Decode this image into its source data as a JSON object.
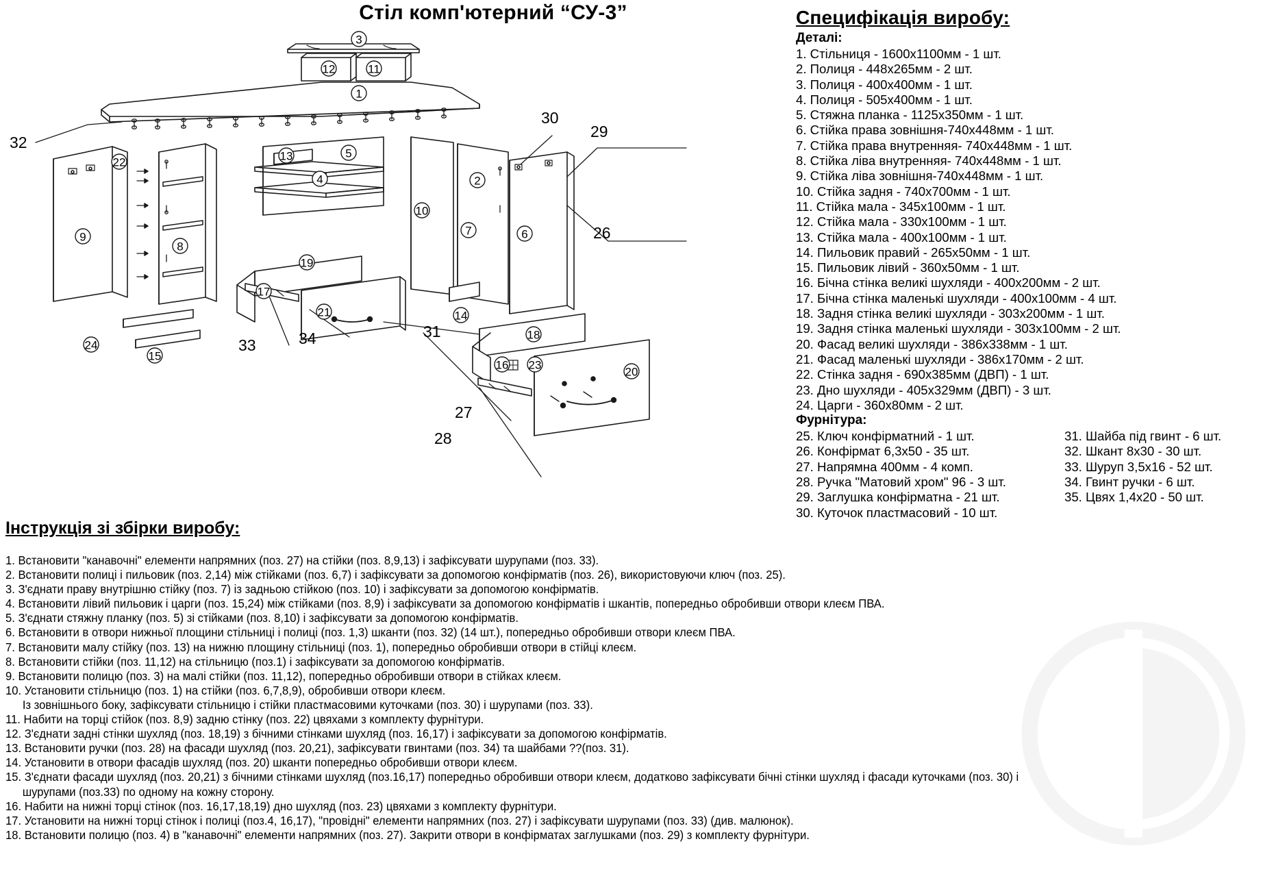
{
  "document": {
    "title": "Стіл комп'ютерний “СУ-3”"
  },
  "specification": {
    "heading": "Специфікація виробу:",
    "parts_heading": "Деталі:",
    "parts": [
      "1. Стільниця - 1600х1100мм - 1 шт.",
      "2. Полиця - 448х265мм - 2 шт.",
      "3. Полиця - 400х400мм - 1 шт.",
      "4. Полиця - 505х400мм - 1 шт.",
      "5. Стяжна планка - 1125х350мм - 1 шт.",
      "6. Стійка права зовнішня-740х448мм - 1 шт.",
      "7. Стійка права внутренняя- 740х448мм - 1 шт.",
      "8. Стійка ліва внутренняя- 740х448мм - 1 шт.",
      "9. Стійка ліва зовнішня-740х448мм - 1 шт.",
      "10. Стійка задня - 740х700мм - 1 шт.",
      "11. Стійка мала - 345х100мм - 1 шт.",
      "12. Стійка мала - 330х100мм - 1 шт.",
      "13. Стійка мала - 400х100мм - 1 шт.",
      "14. Пильовик правий - 265х50мм - 1 шт.",
      "15. Пильовик лівий - 360х50мм - 1 шт.",
      "16. Бічна стінка великі шухляди - 400х200мм - 2 шт.",
      "17. Бічна стінка маленькі шухляди - 400х100мм - 4 шт.",
      "18. Задня стінка великі шухляди - 303х200мм - 1 шт.",
      "19. Задня стінка маленькі шухляди - 303х100мм - 2 шт.",
      "20. Фасад великі шухляди - 386х338мм - 1 шт.",
      "21. Фасад маленькі шухляди - 386х170мм - 2 шт.",
      "22. Стінка задня - 690х385мм (ДВП) - 1 шт.",
      "23. Дно шухляди - 405х329мм (ДВП) - 3 шт.",
      "24. Царги - 360х80мм - 2 шт."
    ],
    "hardware_heading": "Фурнітура:",
    "hardware_left": [
      "25. Ключ конфірматний - 1 шт.",
      "26. Конфірмат 6,3х50 - 35 шт.",
      "27. Напрямна 400мм - 4 комп.",
      "28. Ручка \"Матовий хром\" 96 - 3 шт.",
      "29. Заглушка конфірматна - 21 шт.",
      "30. Куточок пластмасовий - 10 шт."
    ],
    "hardware_right": [
      "31. Шайба під гвинт - 6 шт.",
      "32. Шкант 8х30 - 30 шт.",
      "33. Шуруп 3,5х16 - 52 шт.",
      "34. Гвинт ручки - 6 шт.",
      "35. Цвях 1,4х20 - 50 шт."
    ]
  },
  "instructions": {
    "heading": "Інструкція зі збірки виробу:",
    "steps": [
      {
        "text": "1. Встановити \"канавочні\" елементи напрямних (поз. 27) на стійки (поз. 8,9,13) і зафіксувати шурупами (поз. 33)."
      },
      {
        "text": "2. Встановити полиці і пильовик (поз. 2,14) між стійками (поз. 6,7) і зафіксувати за допомогою конфірматів (поз. 26), використовуючи ключ (поз. 25)."
      },
      {
        "text": "3. З'єднати праву внутрішню стійку (поз. 7) із задньою стійкою (поз. 10) і зафіксувати за допомогою конфірматів."
      },
      {
        "text": "4. Встановити лівий пильовик і царги (поз. 15,24) між стійками (поз. 8,9) і зафіксувати за допомогою конфірматів і шкантів, попередньо обробивши отвори клеєм ПВА."
      },
      {
        "text": "5. З'єднати стяжну планку (поз. 5) зі стійками (поз. 8,10) і зафіксувати за допомогою конфірматів."
      },
      {
        "text": "6. Встановити в отвори нижньої площини стільниці і полиці (поз. 1,3) шканти (поз. 32) (14 шт.), попередньо обробивши отвори клеєм ПВА."
      },
      {
        "text": "7. Встановити малу стійку (поз. 13) на нижню площину стільниці (поз. 1), попередньо обробивши отвори в стійці клеєм."
      },
      {
        "text": "8. Встановити стійки (поз. 11,12) на стільницю (поз.1) і зафіксувати за допомогою конфірматів."
      },
      {
        "text": "9. Встановити полицю (поз. 3) на малі стійки (поз. 11,12), попередньо обробивши отвори в стійках клеєм."
      },
      {
        "text": "10. Установити стільницю (поз. 1) на стійки (поз. 6,7,8,9), обробивши отвори клеєм.",
        "cont": "Із зовнішнього боку, зафіксувати стільницю і стійки пластмасовими куточками (поз. 30) і шурупами (поз. 33)."
      },
      {
        "text": "11. Набити на торці стійок (поз. 8,9) задню стінку (поз. 22) цвяхами з комплекту фурнітури."
      },
      {
        "text": "12. З'єднати задні стінки шухляд (поз. 18,19) з бічними стінками шухляд (поз. 16,17) і зафіксувати за допомогою конфірматів."
      },
      {
        "text": "13. Встановити ручки (поз. 28) на фасади шухляд (поз. 20,21), зафіксувати гвинтами (поз. 34) та шайбами ??(поз. 31)."
      },
      {
        "text": "14. Установити в отвори фасадів шухляд (поз. 20) шканти попередньо обробивши отвори клеєм."
      },
      {
        "text": "15. З'єднати фасади шухляд (поз. 20,21) з бічними стінками шухляд (поз.16,17) попередньо обробивши отвори клеєм, додатково зафіксувати бічні стінки шухляд і фасади куточками (поз. 30) і",
        "cont": "шурупами (поз.33) по одному на кожну сторону."
      },
      {
        "text": "16. Набити на нижні торці стінок (поз. 16,17,18,19) дно шухляд (поз. 23) цвяхами з комплекту фурнітури."
      },
      {
        "text": "17. Установити на нижні торці стінок і полиці (поз.4, 16,17), \"провідні\" елементи напрямних (поз. 27) і зафіксувати шурупами (поз. 33) (див. малюнок)."
      },
      {
        "text": "18. Встановити полицю (поз. 4) в \"канавочні\" елементи напрямних (поз. 27). Закрити отвори в конфірматах заглушками (поз. 29) з комплекту фурнітури."
      }
    ]
  },
  "diagram": {
    "balloons": [
      "1",
      "2",
      "3",
      "4",
      "5",
      "6",
      "7",
      "8",
      "9",
      "10",
      "11",
      "12",
      "13",
      "14",
      "15",
      "16",
      "17",
      "18",
      "19",
      "20",
      "21",
      "22",
      "23",
      "24"
    ],
    "leaders": [
      "26",
      "27",
      "28",
      "29",
      "30",
      "31",
      "32",
      "33",
      "34"
    ]
  }
}
